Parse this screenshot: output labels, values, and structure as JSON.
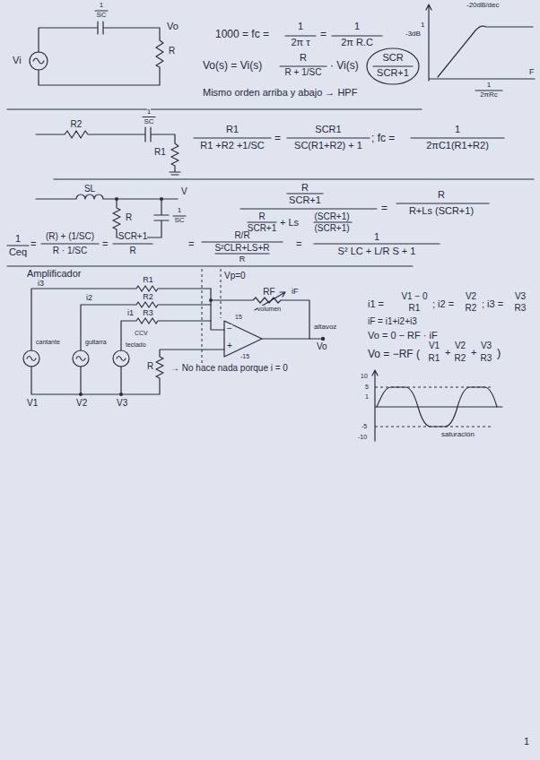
{
  "diagram": {
    "labels": [
      "1",
      "SC",
      "Vo",
      "Vi",
      "R",
      "1000 = fc =",
      "1",
      "2π τ",
      "=",
      "1",
      "2π R.C",
      "Vo(s) = Vi(s)",
      "R",
      "R + 1/SC",
      "· Vi(s)",
      "SCR",
      "SCR+1",
      "Mismo orden arriba y abajo → HPF",
      "-20dB/dec",
      "1",
      "-3dB",
      "F",
      "1",
      "2πRc",
      "R2",
      "1",
      "SC",
      "R1",
      "R1",
      "R1 +R2 +1/SC",
      "=",
      "SCR1",
      "SC(R1+R2) + 1",
      "; fc =",
      "1",
      "2πC1(R1+R2)",
      "SL",
      "V",
      "R",
      "1",
      "SC",
      "R",
      "SCR+1",
      "R",
      "SCR+1",
      "+ Ls",
      "(SCR+1)",
      "(SCR+1)",
      "=",
      "R",
      "R+Ls (SCR+1)",
      "1",
      "Ceq",
      "=",
      "(R) + (1/SC)",
      "R · 1/SC",
      "=",
      "SCR+1",
      "R",
      "=",
      "R/R",
      "S²CLR+LS+R",
      "R",
      "=",
      "1",
      "S² LC + L/R S + 1",
      "Amplificador",
      "i3",
      "R1",
      "Vp=0",
      "i2",
      "R2",
      "RF",
      "iF",
      "i1",
      "R3",
      "volumen",
      "15",
      "cantante",
      "guitarra",
      "CCV",
      "teclado",
      "altavoz",
      "Vo",
      "R",
      "→ No hace nada porque i = 0",
      "-15",
      "V1",
      "V2",
      "V3",
      "i1 =",
      "V1 − 0",
      "R1",
      "; i2 =",
      "V2",
      "R2",
      "; i3 =",
      "V3",
      "R3",
      "iF = i1+i2+i3",
      "Vo = 0 − RF · iF",
      "Vo = −RF (",
      "V1",
      "R1",
      "+",
      "V2",
      "R2",
      "+",
      "V3",
      "R3",
      ")",
      "10",
      "5",
      "1",
      "-5",
      "-10",
      "saturación",
      "1",
      "−",
      "+"
    ]
  }
}
